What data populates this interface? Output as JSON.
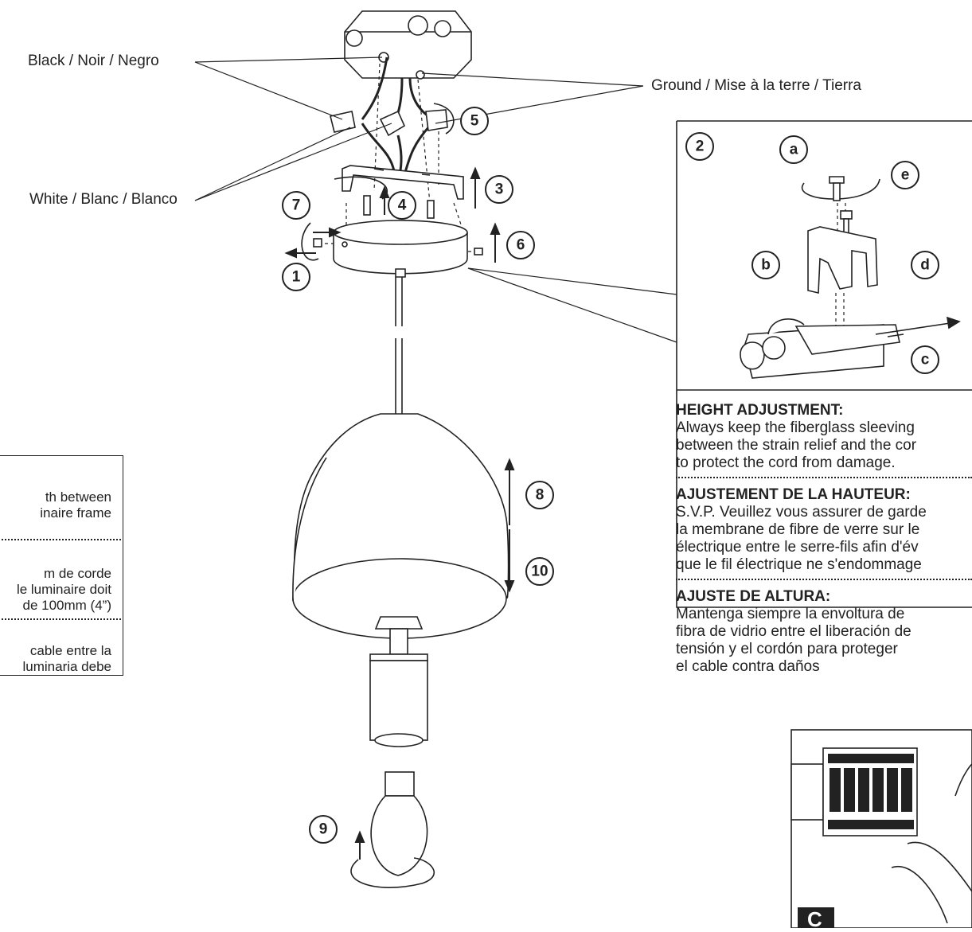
{
  "wire_labels": {
    "black": "Black / Noir / Negro",
    "white": "White / Blanc / Blanco",
    "ground": "Ground / Mise à la terre / Tierra"
  },
  "steps": [
    "1",
    "2",
    "3",
    "4",
    "5",
    "6",
    "7",
    "8",
    "9",
    "10"
  ],
  "detail_letters": [
    "a",
    "b",
    "c",
    "d",
    "e"
  ],
  "height_adjustment": {
    "en_heading": "HEIGHT ADJUSTMENT:",
    "en_lines": [
      "Always keep the fiberglass sleeving",
      "between the strain relief and the cor",
      "to protect the cord from damage."
    ],
    "fr_heading": "AJUSTEMENT DE LA HAUTEUR:",
    "fr_lines": [
      "S.V.P.  Veuillez vous assurer de garde",
      "la membrane de fibre de verre sur le",
      "électrique entre le serre-fils afin d'év",
      "que le fil électrique ne s'endommage"
    ],
    "es_heading": "AJUSTE DE ALTURA:",
    "es_lines": [
      "Mantenga siempre la envoltura de",
      "fibra de vidrio entre el liberación de",
      "tensión  y el cordón para  proteger",
      "el cable contra daños"
    ]
  },
  "left_box": {
    "en_lines": [
      "th between",
      "inaire frame"
    ],
    "fr_lines": [
      "m de corde",
      "le luminaire doit",
      "de 100mm (4”)"
    ],
    "es_lines": [
      "cable entre la",
      "luminaria debe"
    ]
  },
  "breaker_badge": "C"
}
